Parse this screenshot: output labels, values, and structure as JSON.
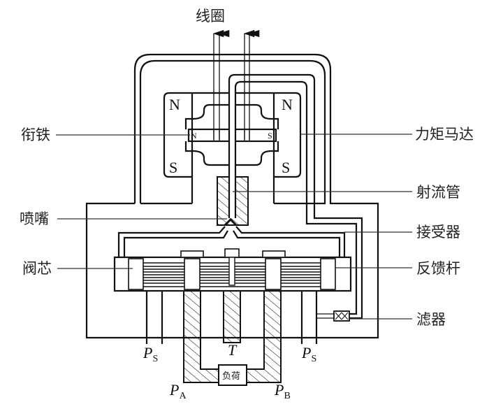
{
  "title": "线圈",
  "labels": {
    "armature": "衔铁",
    "torque_motor": "力矩马达",
    "jet_pipe": "射流管",
    "nozzle": "喷嘴",
    "receiver": "接受器",
    "spool": "阀芯",
    "feedback_rod": "反馈杆",
    "filter": "滤器"
  },
  "poles": {
    "top_left": "N",
    "top_right": "N",
    "bottom_left": "S",
    "bottom_right": "S",
    "armature_left": "N",
    "armature_right": "S"
  },
  "ports": {
    "supply": "P",
    "supply_sub": "S",
    "tank": "T",
    "a": "P",
    "a_sub": "A",
    "b": "P",
    "b_sub": "B"
  },
  "load": "负荷"
}
